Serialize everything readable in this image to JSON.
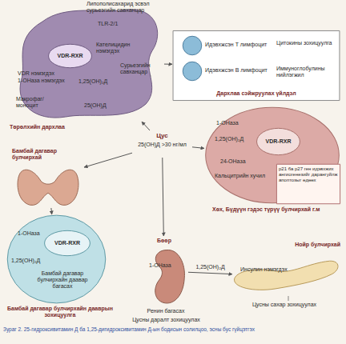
{
  "diagram": {
    "caption": "Зураг 2. 25-гидроксивитамин Д ба 1,25-дигидроксивитамин Д-ын бодисын солилцоо, эсны бус гүйцэтгэх",
    "nodes": [
      {
        "text": [
          "Макрофаг/ моноцит"
        ]
      },
      {
        "text": [
          "VDR-RXR"
        ],
        "in": 0
      },
      {
        "text": [
          "Дархлаа сэйжруулах үйлдэл"
        ]
      },
      {
        "text": [
          "Идэвхжсэн T лимфоцит"
        ],
        "in": 2
      },
      {
        "text": [
          "Идэвхжсэн B лимфоцит"
        ],
        "in": 2
      },
      {
        "text": [
          "Цус",
          "25(OH)Д >30 нг/мл"
        ]
      },
      {
        "text": [
          "Бамбай дагавар булчирхай"
        ]
      },
      {
        "text": [
          "Бамбай дагавар булчирхайн дааврын зохицуулга"
        ]
      },
      {
        "text": [
          "VDR-RXR"
        ],
        "in": 7
      },
      {
        "text": [
          "Хөх, Бүдүүн гэдэс түрүү булчирхай г.м"
        ]
      },
      {
        "text": [
          "VDR-RXR"
        ],
        "in": 9
      },
      {
        "text": [
          "p21 ба p27 ген идэвхжих ангиогенезийг дарангуйлж апоптозыг өдөөх"
        ],
        "in": 9
      },
      {
        "text": [
          "Бөөр"
        ]
      },
      {
        "text": [
          "Нойр булчирхай"
        ]
      }
    ],
    "edges": [
      {
        "from": 0,
        "to": 2,
        "arrow": "to"
      },
      {
        "from": 5,
        "to": 0,
        "arrow": "to"
      },
      {
        "from": 5,
        "to": 6,
        "arrow": "to"
      },
      {
        "from": 5,
        "to": 9,
        "arrow": "to"
      },
      {
        "from": 5,
        "to": 12,
        "arrow": "to"
      },
      {
        "from": 6,
        "to": 7,
        "arrow": "to"
      },
      {
        "from": 12,
        "to": 13,
        "label": "1,25(OH)₂Д",
        "arrow": "to"
      }
    ],
    "labels": [
      "Липополисахарид эсвэл сурьеэгийн савханцар",
      "TLR-2/1",
      "Кателицидин нэмэгдэх",
      "Сурьеэгийн савханцар",
      "VDR нэмэгдэх",
      "1-ОНаза нэмэгдэх",
      "1,25(OH)₂Д",
      "25(OH)Д",
      "Төрөлхийн дархлаа",
      "Цитокины зохицуулга",
      "Иммуноглобулины нийлэгжил",
      "1-ОНаза",
      "1,25(OH)₂Д",
      "Бамбай дагавар булчирхайн даавар багасах",
      "1-ОНаза",
      "1,25(OH)₂Д",
      "24-ОНаза",
      "Кальцитрийн хучил",
      "1-ОНаза",
      "Ренин багасах",
      "Цусны даралт зохицуулах",
      "Инсулин нэмэгдэх",
      "Цусны сахар зохицуулах"
    ]
  }
}
